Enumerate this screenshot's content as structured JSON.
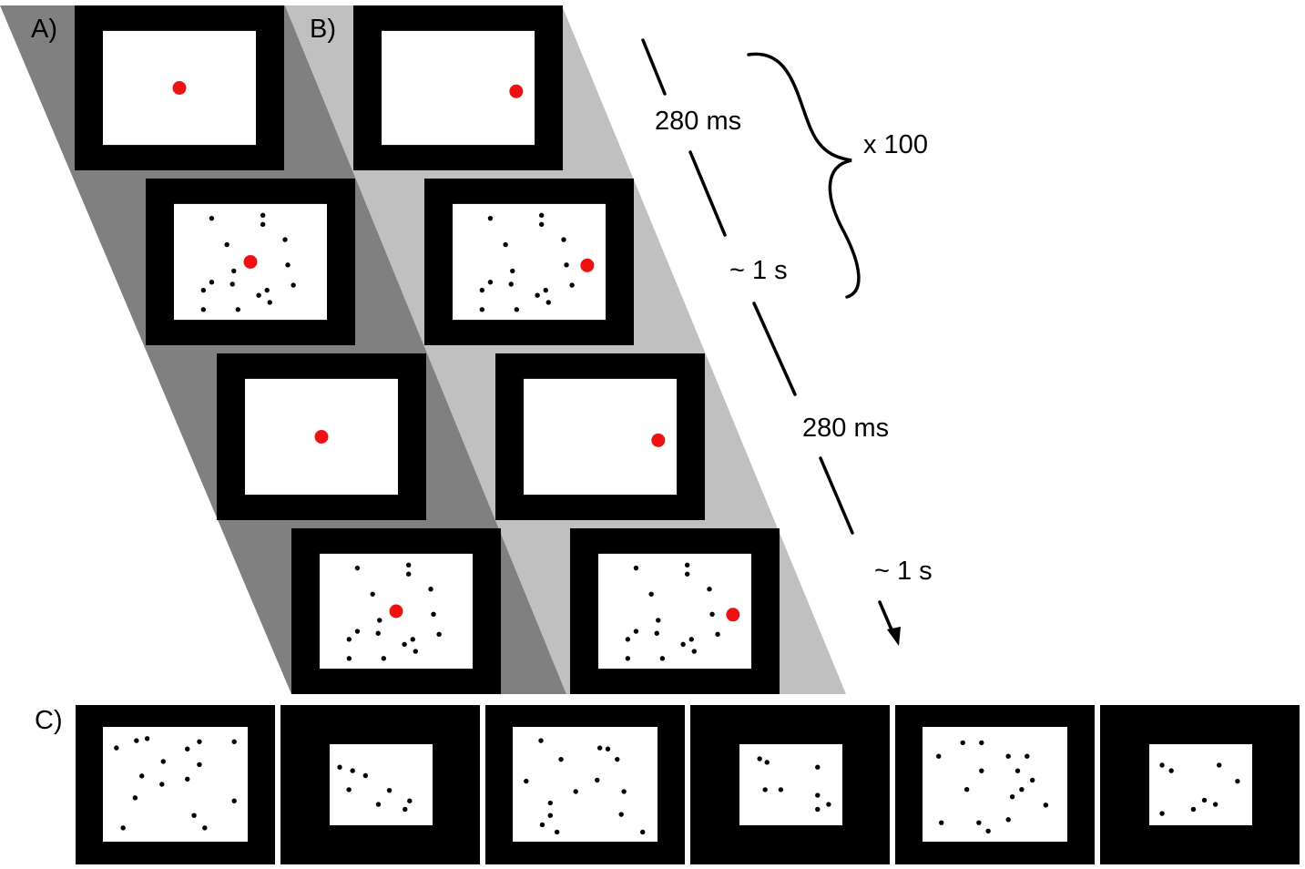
{
  "panels": {
    "a": {
      "label": "A)"
    },
    "b": {
      "label": "B)"
    },
    "c": {
      "label": "C)"
    }
  },
  "timeline": {
    "stimulus_duration": "280 ms",
    "interval_duration": "~ 1 s",
    "stimulus_duration_2": "280 ms",
    "interval_duration_2": "~ 1 s",
    "repeat": "x 100"
  },
  "colors": {
    "fixation_dot": "#ee1111",
    "band_a": "#808080",
    "band_b": "#c0c0c0",
    "frame": "#000000",
    "screen": "#ffffff"
  },
  "trial_sequence": [
    {
      "kind": "fixation",
      "screen": "blank"
    },
    {
      "kind": "stimulus",
      "screen": "dots"
    },
    {
      "kind": "fixation",
      "screen": "blank"
    },
    {
      "kind": "stimulus",
      "screen": "dots"
    }
  ],
  "fixation": {
    "a": "center",
    "b": "right"
  },
  "panel_c_screens": [
    {
      "size": "large"
    },
    {
      "size": "small"
    },
    {
      "size": "large"
    },
    {
      "size": "small"
    },
    {
      "size": "large"
    },
    {
      "size": "small"
    }
  ]
}
